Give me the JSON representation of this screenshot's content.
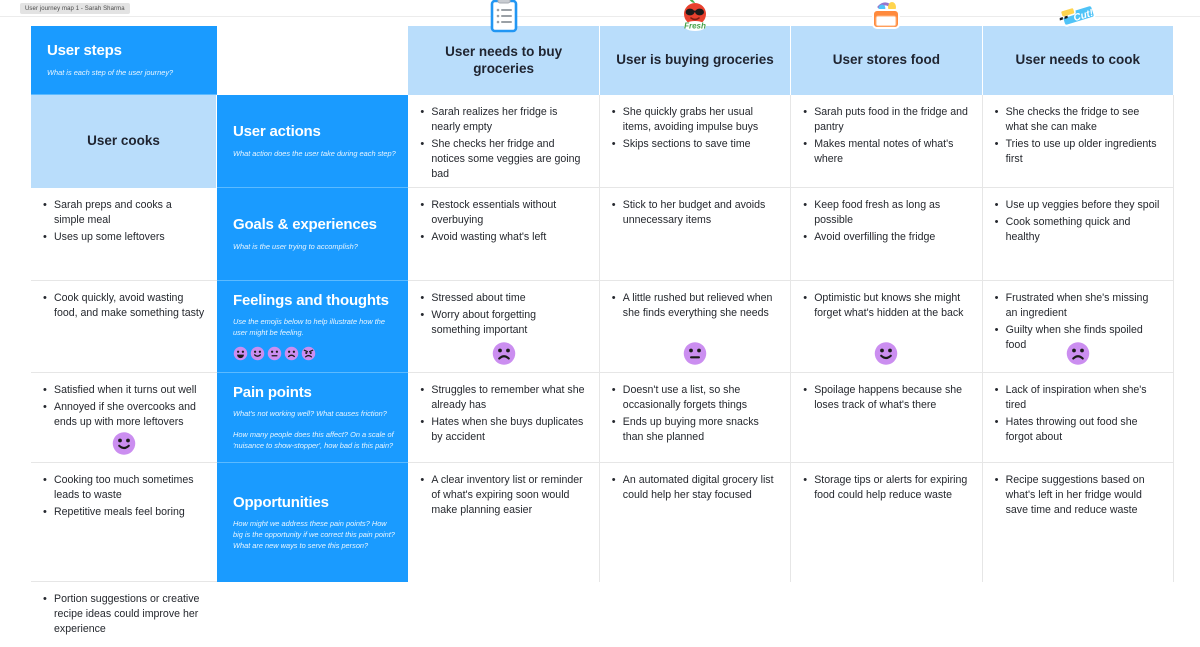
{
  "window": {
    "doc_tab_label": "User journey map 1 - Sarah Sharma"
  },
  "colors": {
    "header_blue": "#b9ddfb",
    "sidebar_blue": "#1a9bff",
    "emoji_purple": "#cb8ef0",
    "text_dark": "#25282e"
  },
  "columns": [
    {
      "label": "User needs to buy groceries",
      "icon": "clipboard-icon"
    },
    {
      "label": "User is buying groceries",
      "icon": "fresh-apple-sticker-icon"
    },
    {
      "label": "User stores food",
      "icon": "grocery-basket-icon"
    },
    {
      "label": "User needs to cook",
      "icon": "cut-clapperboard-sticker-icon"
    },
    {
      "label": "User cooks",
      "icon": "toast-and-jam-icon"
    }
  ],
  "rows": [
    {
      "title": "User steps",
      "subtitles": [
        "What is each step of the user journey?"
      ],
      "has_emoji_key": false
    },
    {
      "title": "User actions",
      "subtitles": [
        "What action does the user take during each step?"
      ],
      "has_emoji_key": false
    },
    {
      "title": "Goals & experiences",
      "subtitles": [
        "What is the user trying to accomplish?"
      ],
      "has_emoji_key": false
    },
    {
      "title": "Feelings and thoughts",
      "subtitles": [
        "Use the emojis below to help illustrate how the user might be feeling."
      ],
      "has_emoji_key": true
    },
    {
      "title": "Pain points",
      "subtitles": [
        "What's not working well? What causes friction?",
        "How many people does this affect? On a scale of 'nuisance to show-stopper', how bad is this pain?"
      ],
      "has_emoji_key": false
    },
    {
      "title": "Opportunities",
      "subtitles": [
        "How might we address these pain points? How big is the opportunity if we correct this pain point? What are new ways to serve this person?"
      ],
      "has_emoji_key": false
    }
  ],
  "emoji_key": [
    "grin-face",
    "smile-face",
    "neutral-face",
    "frown-face",
    "angry-face"
  ],
  "grid": {
    "user_actions": [
      [
        "Sarah realizes her fridge is nearly empty",
        "She checks her fridge and notices some veggies are going bad"
      ],
      [
        "She quickly grabs her usual items, avoiding impulse buys",
        "Skips sections to save time"
      ],
      [
        "Sarah puts food in the fridge and pantry",
        "Makes mental notes of what's where"
      ],
      [
        "She checks the fridge to see what she can make",
        "Tries to use up older ingredients first"
      ],
      [
        "Sarah preps and cooks a simple meal",
        "Uses up some leftovers"
      ]
    ],
    "goals_experiences": [
      [
        "Restock essentials without overbuying",
        "Avoid wasting what's left"
      ],
      [
        "Stick to her budget and avoids unnecessary items"
      ],
      [
        "Keep food fresh as long as possible",
        "Avoid overfilling the fridge"
      ],
      [
        "Use up veggies before they spoil",
        "Cook something quick and healthy"
      ],
      [
        "Cook quickly, avoid wasting food, and make something tasty"
      ]
    ],
    "feelings_thoughts": [
      [
        "Stressed about time",
        "Worry about forgetting something important"
      ],
      [
        "A little rushed but relieved when she finds everything she needs"
      ],
      [
        "Optimistic but knows she might forget what's hidden at the back"
      ],
      [
        "Frustrated when she's missing an ingredient",
        "Guilty when she finds spoiled food"
      ],
      [
        "Satisfied when it turns out well",
        "Annoyed if she overcooks and ends up with more leftovers"
      ]
    ],
    "feelings_moods": [
      "frown-face",
      "neutral-face",
      "smile-face",
      "frown-face",
      "smile-face"
    ],
    "pain_points": [
      [
        "Struggles to remember what she already has",
        "Hates when she buys duplicates by accident"
      ],
      [
        "Doesn't use a list, so she occasionally forgets things",
        "Ends up buying more snacks than she planned"
      ],
      [
        "Spoilage happens because she loses track of what's there"
      ],
      [
        "Lack of inspiration when she's tired",
        "Hates throwing out food she forgot about"
      ],
      [
        "Cooking too much sometimes leads to waste",
        "Repetitive meals feel boring"
      ]
    ],
    "opportunities": [
      [
        "A clear inventory list or reminder of what's expiring soon would make planning easier"
      ],
      [
        "An automated digital grocery list could help her stay focused"
      ],
      [
        "Storage tips or alerts for expiring food could help reduce waste"
      ],
      [
        "Recipe suggestions based on what's left in her fridge would save time and reduce waste"
      ],
      [
        "Portion suggestions or creative recipe ideas could improve her experience"
      ]
    ]
  }
}
